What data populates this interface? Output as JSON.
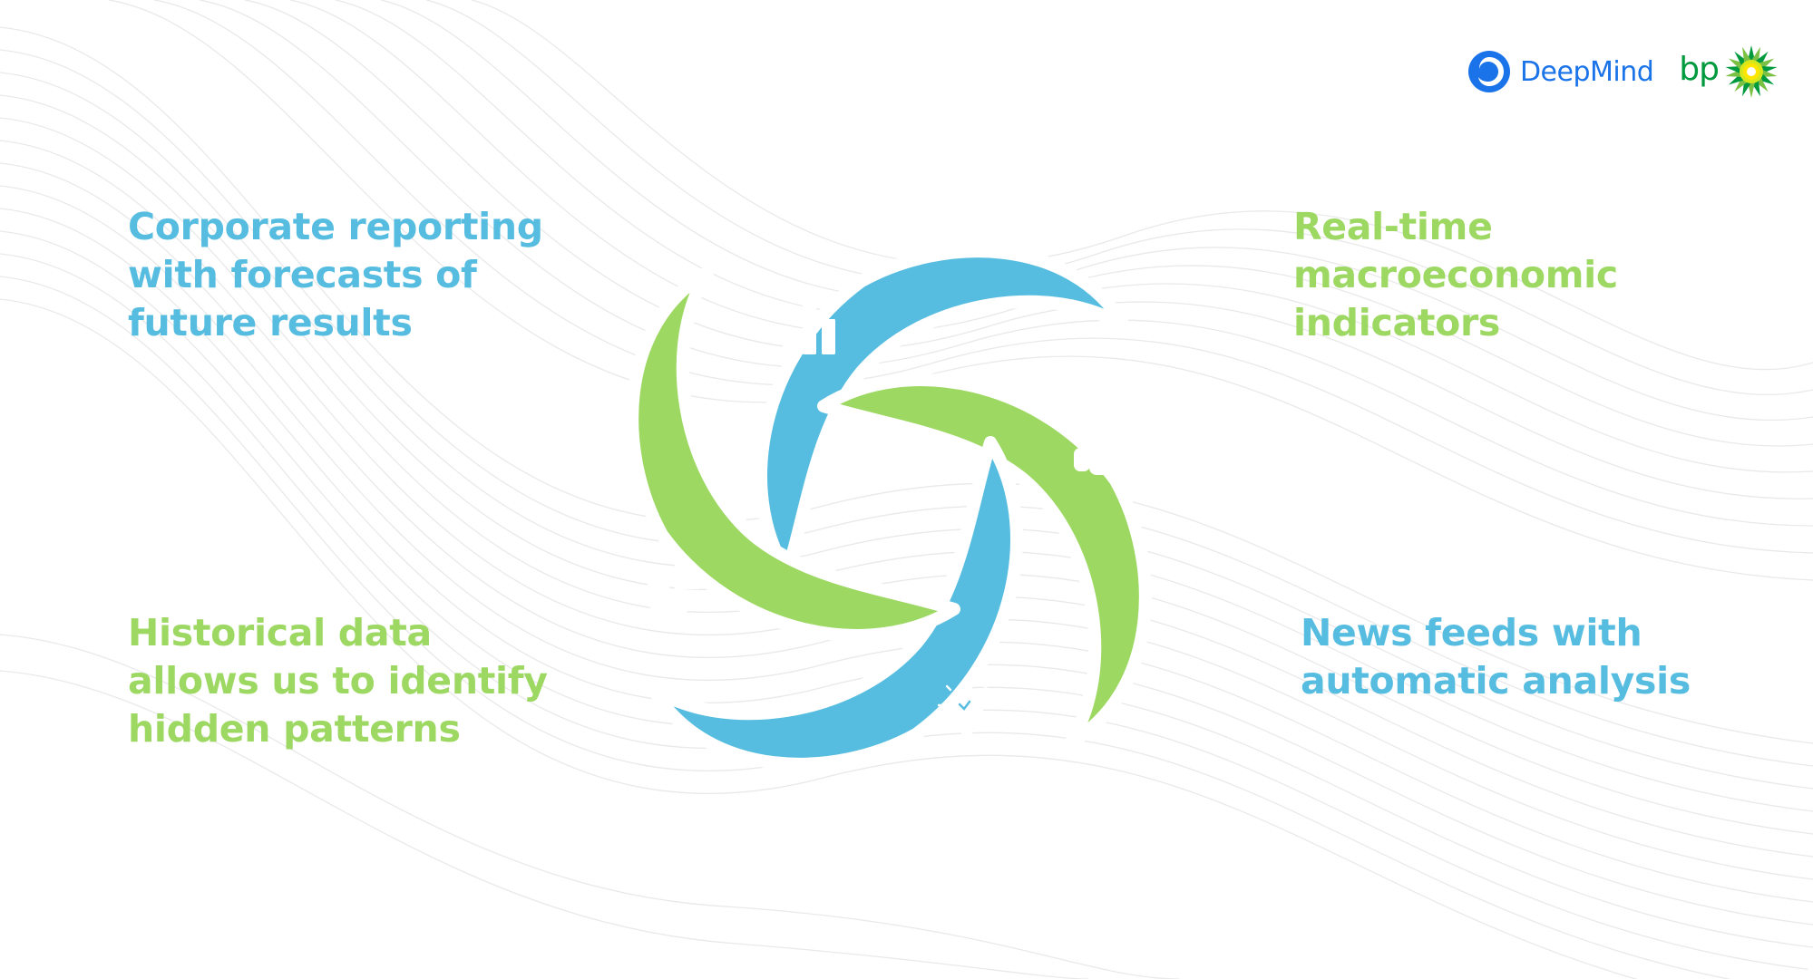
{
  "logos": {
    "deepmind": {
      "label": "DeepMind",
      "color": "#1a73e8"
    },
    "bp": {
      "label": "bp",
      "color": "#009a3e"
    }
  },
  "captions": {
    "top_left": "Corporate reporting\nwith forecasts of\nfuture results",
    "top_right": "Real-time\nmacroeconomic\nindicators",
    "bottom_left": "Historical data\nallows us to identify\nhidden patterns",
    "bottom_right": "News feeds with\nautomatic analysis"
  },
  "colors": {
    "blue": "#56bde0",
    "green": "#9cd862"
  },
  "petals": [
    {
      "position": "top",
      "color": "blue",
      "icon": "bar-chart-icon"
    },
    {
      "position": "right",
      "color": "green",
      "icon": "people-icon"
    },
    {
      "position": "bottom",
      "color": "blue",
      "icon": "lightbulb-icon"
    },
    {
      "position": "left",
      "color": "green",
      "icon": "pie-chart-icon"
    }
  ]
}
